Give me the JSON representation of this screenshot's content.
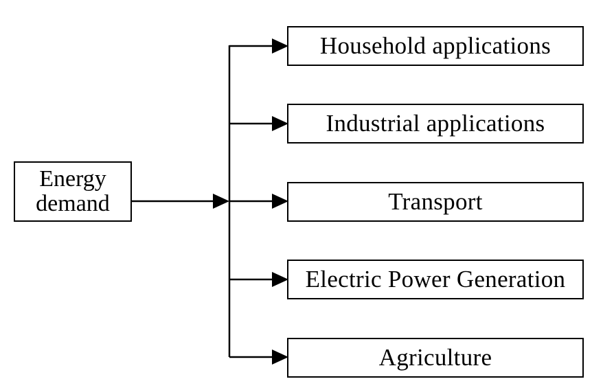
{
  "source": {
    "line1": "Energy",
    "line2": "demand"
  },
  "targets": [
    {
      "label": "Household applications"
    },
    {
      "label": "Industrial applications"
    },
    {
      "label": "Transport"
    },
    {
      "label": "Electric Power Generation"
    },
    {
      "label": "Agriculture"
    }
  ]
}
